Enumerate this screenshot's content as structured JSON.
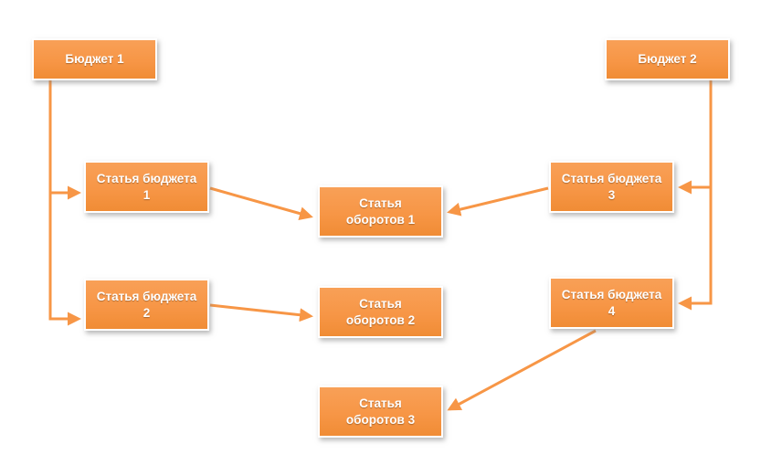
{
  "diagram": {
    "title": "",
    "colors": {
      "node_fill": "#F79646",
      "node_border": "#FFFFFF",
      "arrow": "#F79646",
      "text": "#FFFFFF"
    },
    "nodes": {
      "budget1": {
        "label": "Бюджет 1"
      },
      "budget2": {
        "label": "Бюджет 2"
      },
      "article1": {
        "label": "Статья бюджета 1"
      },
      "article2": {
        "label": "Статья бюджета 2"
      },
      "article3": {
        "label": "Статья бюджета 3"
      },
      "article4": {
        "label": "Статья бюджета 4"
      },
      "turnover1": {
        "label": "Статья оборотов 1"
      },
      "turnover2": {
        "label": "Статья оборотов 2"
      },
      "turnover3": {
        "label": "Статья оборотов 3"
      }
    },
    "edges": [
      {
        "from": "budget1",
        "to": "article1"
      },
      {
        "from": "budget1",
        "to": "article2"
      },
      {
        "from": "budget2",
        "to": "article3"
      },
      {
        "from": "budget2",
        "to": "article4"
      },
      {
        "from": "article1",
        "to": "turnover1"
      },
      {
        "from": "article3",
        "to": "turnover1"
      },
      {
        "from": "article2",
        "to": "turnover2"
      },
      {
        "from": "article4",
        "to": "turnover3"
      }
    ]
  }
}
